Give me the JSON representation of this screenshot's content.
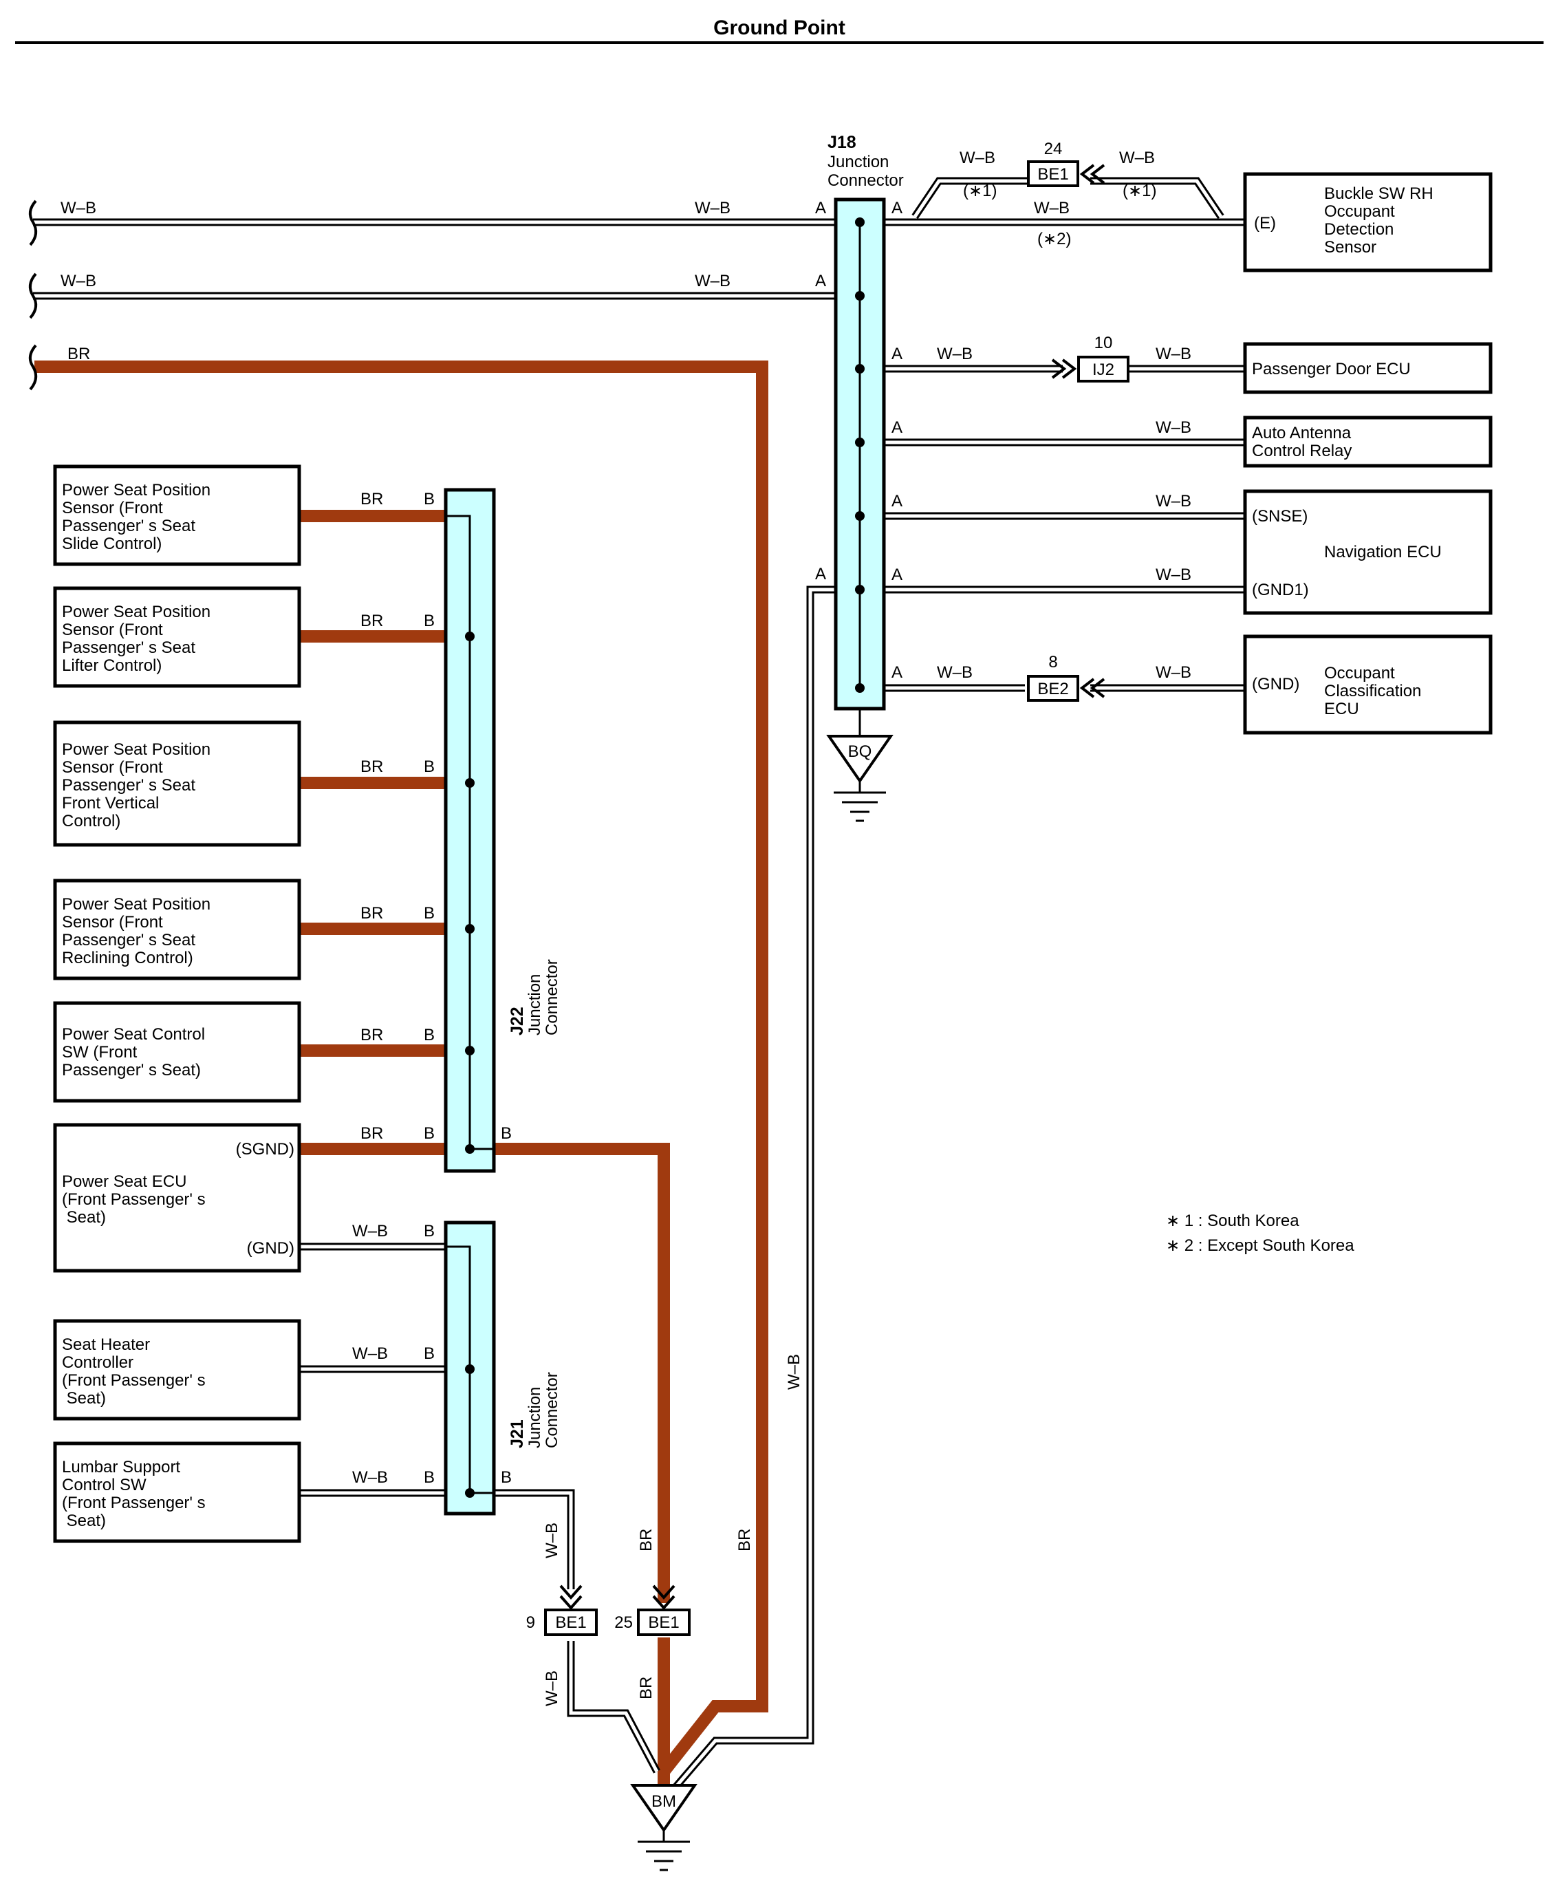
{
  "title": "Ground Point",
  "colors": {
    "br_wire": "#A03A0F",
    "junction_fill": "#CCFFFF",
    "wb_wire_outline": "#000000"
  },
  "j18": {
    "id": "J18",
    "name_line1": "Junction",
    "name_line2": "Connector"
  },
  "j22": {
    "id": "J22",
    "name_line1": "Junction",
    "name_line2": "Connector"
  },
  "j21": {
    "id": "J21",
    "name_line1": "Junction",
    "name_line2": "Connector"
  },
  "grounds": {
    "bq": "BQ",
    "bm": "BM"
  },
  "inline_connectors": {
    "be1_top": {
      "name": "BE1",
      "pin": "24"
    },
    "ij2": {
      "name": "IJ2",
      "pin": "10"
    },
    "be2": {
      "name": "BE2",
      "pin": "8"
    },
    "be1_9": {
      "name": "BE1",
      "pin": "9"
    },
    "be1_25": {
      "name": "BE1",
      "pin": "25"
    }
  },
  "left_wires": {
    "w1": "W–B",
    "w2": "W–B",
    "w3": "BR"
  },
  "components": {
    "buckle": [
      "Buckle SW RH",
      "Occupant",
      "Detection",
      "Sensor"
    ],
    "buckle_pin": "(E)",
    "pdoor": "Passenger Door ECU",
    "antenna": [
      "Auto Antenna",
      "Control Relay"
    ],
    "nav": "Navigation ECU",
    "nav_pin1": "(SNSE)",
    "nav_pin2": "(GND1)",
    "occ": [
      "Occupant",
      "Classification",
      "ECU"
    ],
    "occ_pin": "(GND)",
    "ps_slide": [
      "Power Seat Position",
      "Sensor (Front",
      "Passenger' s Seat",
      "Slide Control)"
    ],
    "ps_lifter": [
      "Power Seat Position",
      "Sensor (Front",
      "Passenger' s Seat",
      "Lifter Control)"
    ],
    "ps_vertical": [
      "Power Seat Position",
      "Sensor (Front",
      "Passenger' s Seat",
      "Front Vertical",
      "Control)"
    ],
    "ps_recline": [
      "Power Seat Position",
      "Sensor (Front",
      "Passenger' s Seat",
      "Reclining Control)"
    ],
    "ps_sw": [
      "Power Seat Control",
      "SW (Front",
      "Passenger' s Seat)"
    ],
    "ps_ecu": [
      "Power Seat ECU",
      "(Front Passenger' s",
      " Seat)"
    ],
    "ps_ecu_pin1": "(SGND)",
    "ps_ecu_pin2": "(GND)",
    "heater": [
      "Seat Heater",
      "Controller",
      "(Front Passenger' s",
      " Seat)"
    ],
    "lumbar": [
      "Lumbar Support",
      "Control SW",
      "(Front Passenger' s",
      " Seat)"
    ]
  },
  "notes": {
    "n1": "∗ 1 : South Korea",
    "n2": "∗ 2 : Except South Korea"
  },
  "labels": {
    "wb": "W–B",
    "br": "BR",
    "a": "A",
    "b": "B",
    "star1": "(∗1)",
    "star2": "(∗2)"
  }
}
